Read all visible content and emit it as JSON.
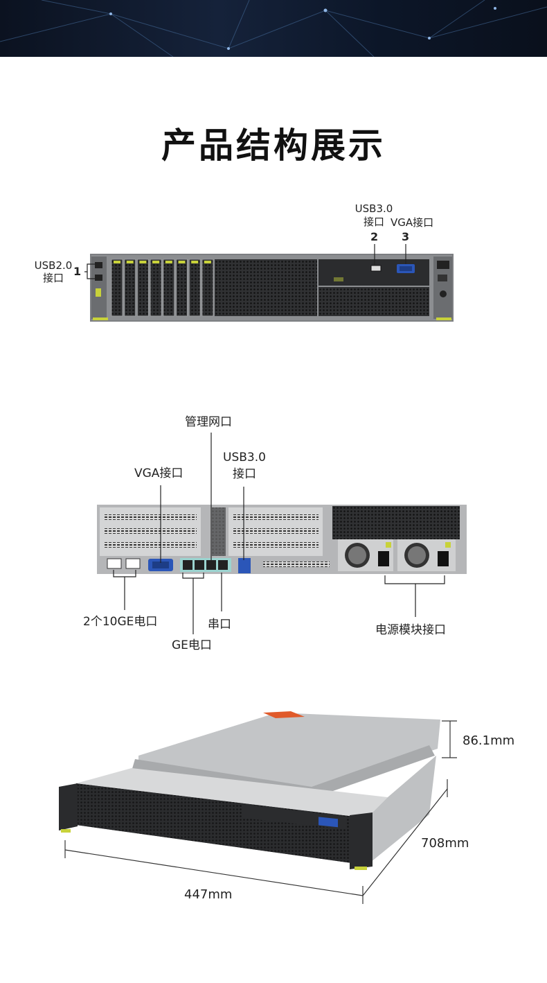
{
  "page": {
    "title": "产品结构展示"
  },
  "front_view": {
    "usb20_label": "USB2.0\n接口",
    "usb20_num": "1",
    "usb30_label": "USB3.0\n接口",
    "usb30_num": "2",
    "vga_label": "VGA接口",
    "vga_num": "3"
  },
  "rear_view": {
    "mgmt_port_label": "管理网口",
    "vga_label": "VGA接口",
    "usb30_label": "USB3.0\n接口",
    "ge10_label": "2个10GE电口",
    "serial_label": "串口",
    "ge_label": "GE电口",
    "psu_label": "电源模块接口"
  },
  "dimensions": {
    "height": "86.1mm",
    "depth": "708mm",
    "width": "447mm"
  },
  "colors": {
    "accent_yellow": "#c8d23a",
    "chassis_gray": "#8a8c8e",
    "vga_blue": "#2b56b8"
  }
}
